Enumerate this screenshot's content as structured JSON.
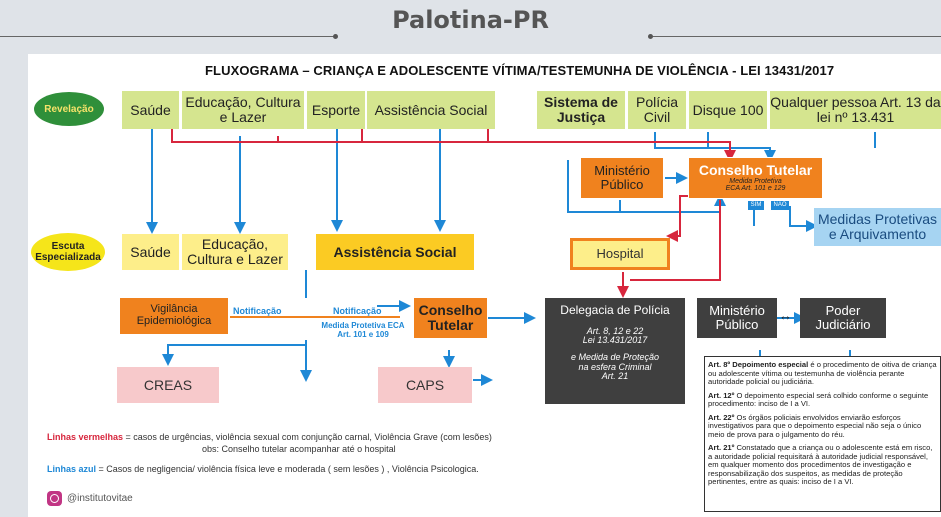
{
  "header": {
    "title": "Palotina-PR"
  },
  "flowchart": {
    "title": "FLUXOGRAMA – CRIANÇA E ADOLESCENTE VÍTIMA/TESTEMUNHA DE VIOLÊNCIA - LEI 13431/2017",
    "stages": {
      "revelacao": "Revelação",
      "escuta": "Escuta Especializada"
    },
    "top_row": {
      "saude": "Saúde",
      "educacao": "Educação, Cultura e Lazer",
      "esporte": "Esporte",
      "assistencia": "Assistência Social",
      "sistema_justica": "Sistema de Justiça",
      "policia_civil": "Polícia Civil",
      "disque": "Disque 100",
      "qualquer": "Qualquer pessoa Art. 13 da lei nº 13.431"
    },
    "mp_top": "Ministério Público",
    "conselho_top": {
      "title": "Conselho Tutelar",
      "sub1": "Medida Protetiva",
      "sub2": "ECA Art. 101 e 129"
    },
    "sim": "SIM",
    "nao": "NÃO",
    "medidas": "Medidas Protetivas e Arquivamento",
    "second_row": {
      "saude": "Saúde",
      "educacao": "Educação, Cultura e Lazer",
      "assistencia": "Assistência Social"
    },
    "hospital": "Hospital",
    "vigilancia": "Vigilância Epidemiológica",
    "notificacao_left": "Notificação",
    "notificacao_right": "Notificação",
    "medida_protetiva_center": "Medida Protetiva ECA Art. 101 e 109",
    "conselho_mid": "Conselho Tutelar",
    "delegacia": {
      "title": "Delegacia de Polícia",
      "art": "Art. 8, 12 e 22",
      "lei": "Lei 13.431/2017",
      "medida": "e Medida de Proteção",
      "esfera": "na esfera Criminal",
      "art21": "Art. 21"
    },
    "mp_bottom": "Ministério Público",
    "poder": "Poder Judiciário",
    "creas": "CREAS",
    "caps": "CAPS",
    "notes": [
      {
        "label": "Art. 8º Depoimento especial",
        "text": " é o procedimento de oitiva de criança ou adolescente vítima ou testemunha de violência perante autoridade policial ou judiciária."
      },
      {
        "label": "Art. 12º",
        "text": " O depoimento especial será colhido conforme o seguinte procedimento: inciso de I a VI."
      },
      {
        "label": "Art. 22º",
        "text": " Os órgãos policiais envolvidos enviarão esforços investigativos para que o depoimento especial não seja o único meio de prova para o julgamento do réu."
      },
      {
        "label": "Art. 21º",
        "text": " Constatado que a criança ou o adolescente está em risco, a autoridade policial requisitará à autoridade judicial responsável, em qualquer momento dos procedimentos de investigação e responsabilização dos suspeitos, as medidas de proteção pertinentes, entre as quais: inciso de I a VI."
      }
    ],
    "legend": {
      "red_label": "Linhas vermelhas",
      "red_text": " = casos de urgências, violência sexual com conjunção carnal, Violência Grave (com lesões)",
      "red_obs": "obs: Conselho tutelar acompanhar até o hospital",
      "blue_label": "Linhas azul",
      "blue_text": " = Casos de negligencia/ violência física leve e moderada ( sem lesões ) , Violência Psicologica."
    },
    "instagram": "@institutovitae"
  },
  "colors": {
    "red": "#d7263d",
    "blue": "#1e88d6",
    "orange": "#f0821e",
    "green": "#d5e58f",
    "yellow": "#fdee8a"
  }
}
